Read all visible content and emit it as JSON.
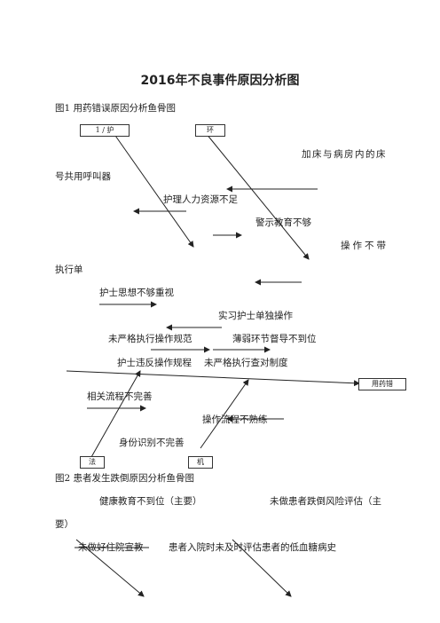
{
  "title": "2016年不良事件原因分析图",
  "figure1": {
    "caption": "图1 用药错误原因分析鱼骨图",
    "boxes": {
      "top_left": "1 / 护",
      "top_mid": "环",
      "head": "用药错",
      "bottom_left": "法",
      "bottom_mid": "机"
    },
    "labels": {
      "l1a": "加床与病房内的床",
      "l1b": "号共用呼叫器",
      "l2": "护理人力资源不足",
      "l3": "警示教育不够",
      "l4a": "操作不带",
      "l4b": "执行单",
      "l5": "护士思想不够重视",
      "l6": "实习护士单独操作",
      "l7": "未严格执行操作规范",
      "l8": "薄弱环节督导不到位",
      "l9": "护士违反操作规程",
      "l10": "未严格执行查对制度",
      "l11": "相关流程不完善",
      "l12": "操作流程不熟练",
      "l13": "身份识别不完善"
    }
  },
  "figure2": {
    "caption": "图2 患者发生跌倒原因分析鱼骨图",
    "labels": {
      "m1": "健康教育不到位（主要）",
      "m2a": "未做患者跌倒风险评估（主",
      "m2b": "要）",
      "m3": "未做好住院宣教",
      "m4": "患者入院时未及时评估患者的低血糖病史"
    }
  }
}
